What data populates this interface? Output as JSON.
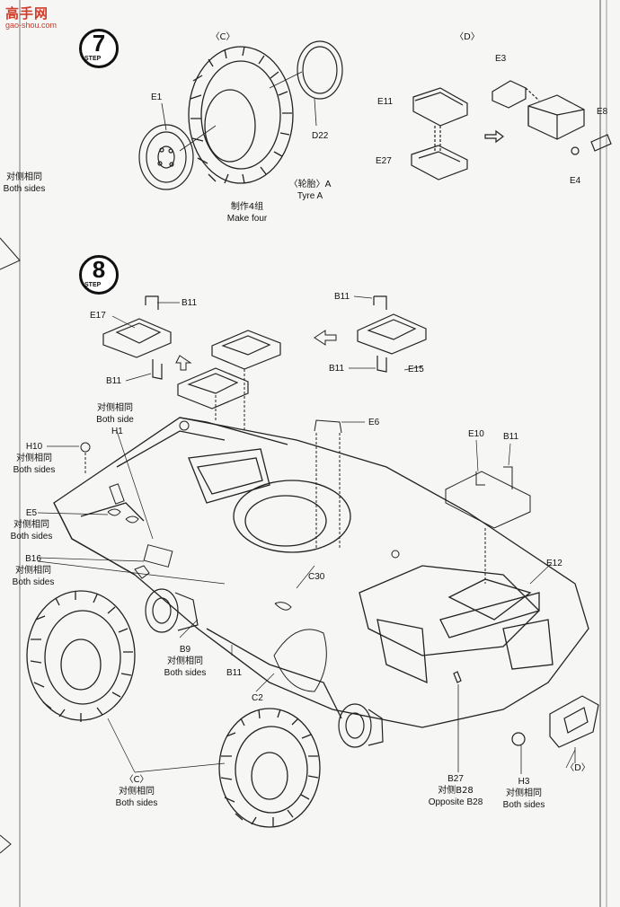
{
  "watermark": {
    "brand": "高手网",
    "url": "gao-shou.com"
  },
  "step7": {
    "number": "7",
    "word": "STEP",
    "group_c": "〈C〉",
    "group_d": "〈D〉",
    "part_e1": "E1",
    "part_d22": "D22",
    "tyre_cn": "〈轮胎〉A",
    "tyre_en": "Tyre A",
    "make_cn": "制作4组",
    "make_en": "Make four",
    "part_e3": "E3",
    "part_e11": "E11",
    "part_e27": "E27",
    "part_e8": "E8",
    "part_e4": "E4"
  },
  "left_note": {
    "cn": "对侧相同",
    "en": "Both sides"
  },
  "step8": {
    "number": "8",
    "word": "STEP",
    "b11_a": "B11",
    "e17": "E17",
    "b11_b": "B11",
    "b11_c": "B11",
    "b11_d": "B11",
    "e15": "E15",
    "both_side_cn": "对侧相同",
    "both_side_en": "Both side",
    "h1": "H1",
    "e6": "E6",
    "e10": "E10",
    "b11_e": "B11",
    "h10": "H10",
    "h10_cn": "对侧相同",
    "h10_en": "Both sides",
    "e5": "E5",
    "e5_cn": "对侧相同",
    "e5_en": "Both sides",
    "b16": "B16",
    "b16_cn": "对侧相同",
    "b16_en": "Both sides",
    "e12": "E12",
    "c30": "C30",
    "b9": "B9",
    "b9_cn": "对侧相同",
    "b9_en": "Both sides",
    "b11_f": "B11",
    "c2": "C2",
    "c_group": "〈C〉",
    "c_cn": "对侧相同",
    "c_en": "Both sides",
    "b27": "B27",
    "b28_cn": "对侧B28",
    "b28_en": "Opposite B28",
    "h3": "H3",
    "h3_cn": "对侧相同",
    "h3_en": "Both sides",
    "d_group": "〈D〉"
  }
}
